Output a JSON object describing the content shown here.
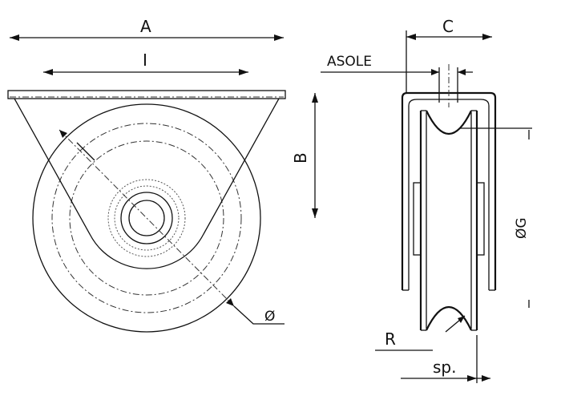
{
  "labels": {
    "a": "A",
    "i": "I",
    "b": "B",
    "c": "C",
    "asole": "ASOLE",
    "g": "ØG",
    "diameter": "Ø",
    "r": "R",
    "sp": "sp."
  },
  "colors": {
    "ink": "#111111",
    "background": "#ffffff"
  }
}
